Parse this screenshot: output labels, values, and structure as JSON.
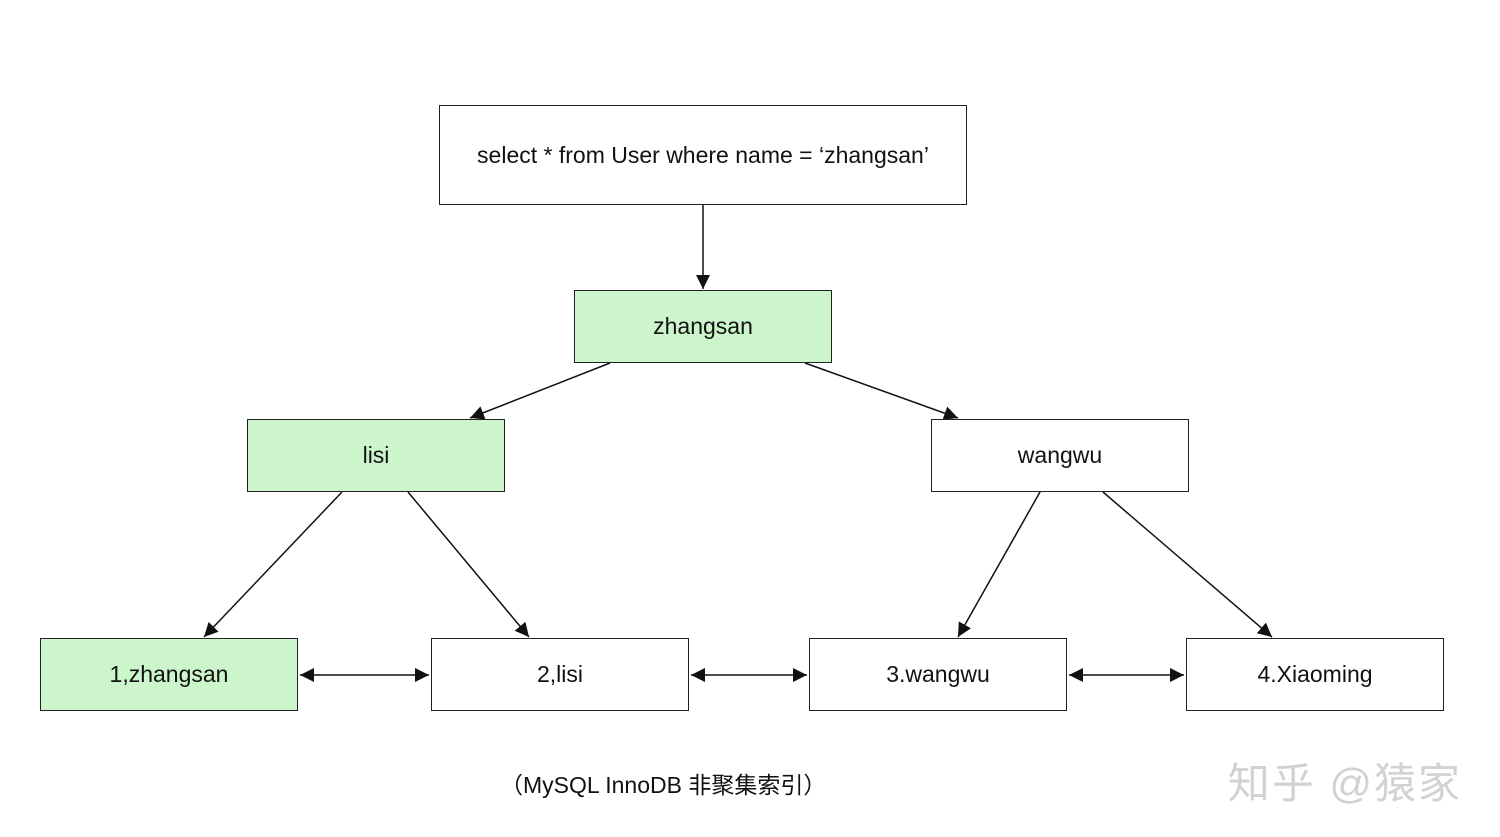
{
  "query": "select * from User where name = ‘zhangsan’",
  "tree": {
    "root": "zhangsan",
    "left": "lisi",
    "right": "wangwu"
  },
  "leaves": [
    "1,zhangsan",
    "2,lisi",
    "3.wangwu",
    "4.Xiaoming"
  ],
  "caption": "（MySQL InnoDB 非聚集索引）",
  "watermark": "知乎 @猿家",
  "colors": {
    "highlight": "#ccf5cc",
    "border": "#222222",
    "edge": "#111111"
  }
}
